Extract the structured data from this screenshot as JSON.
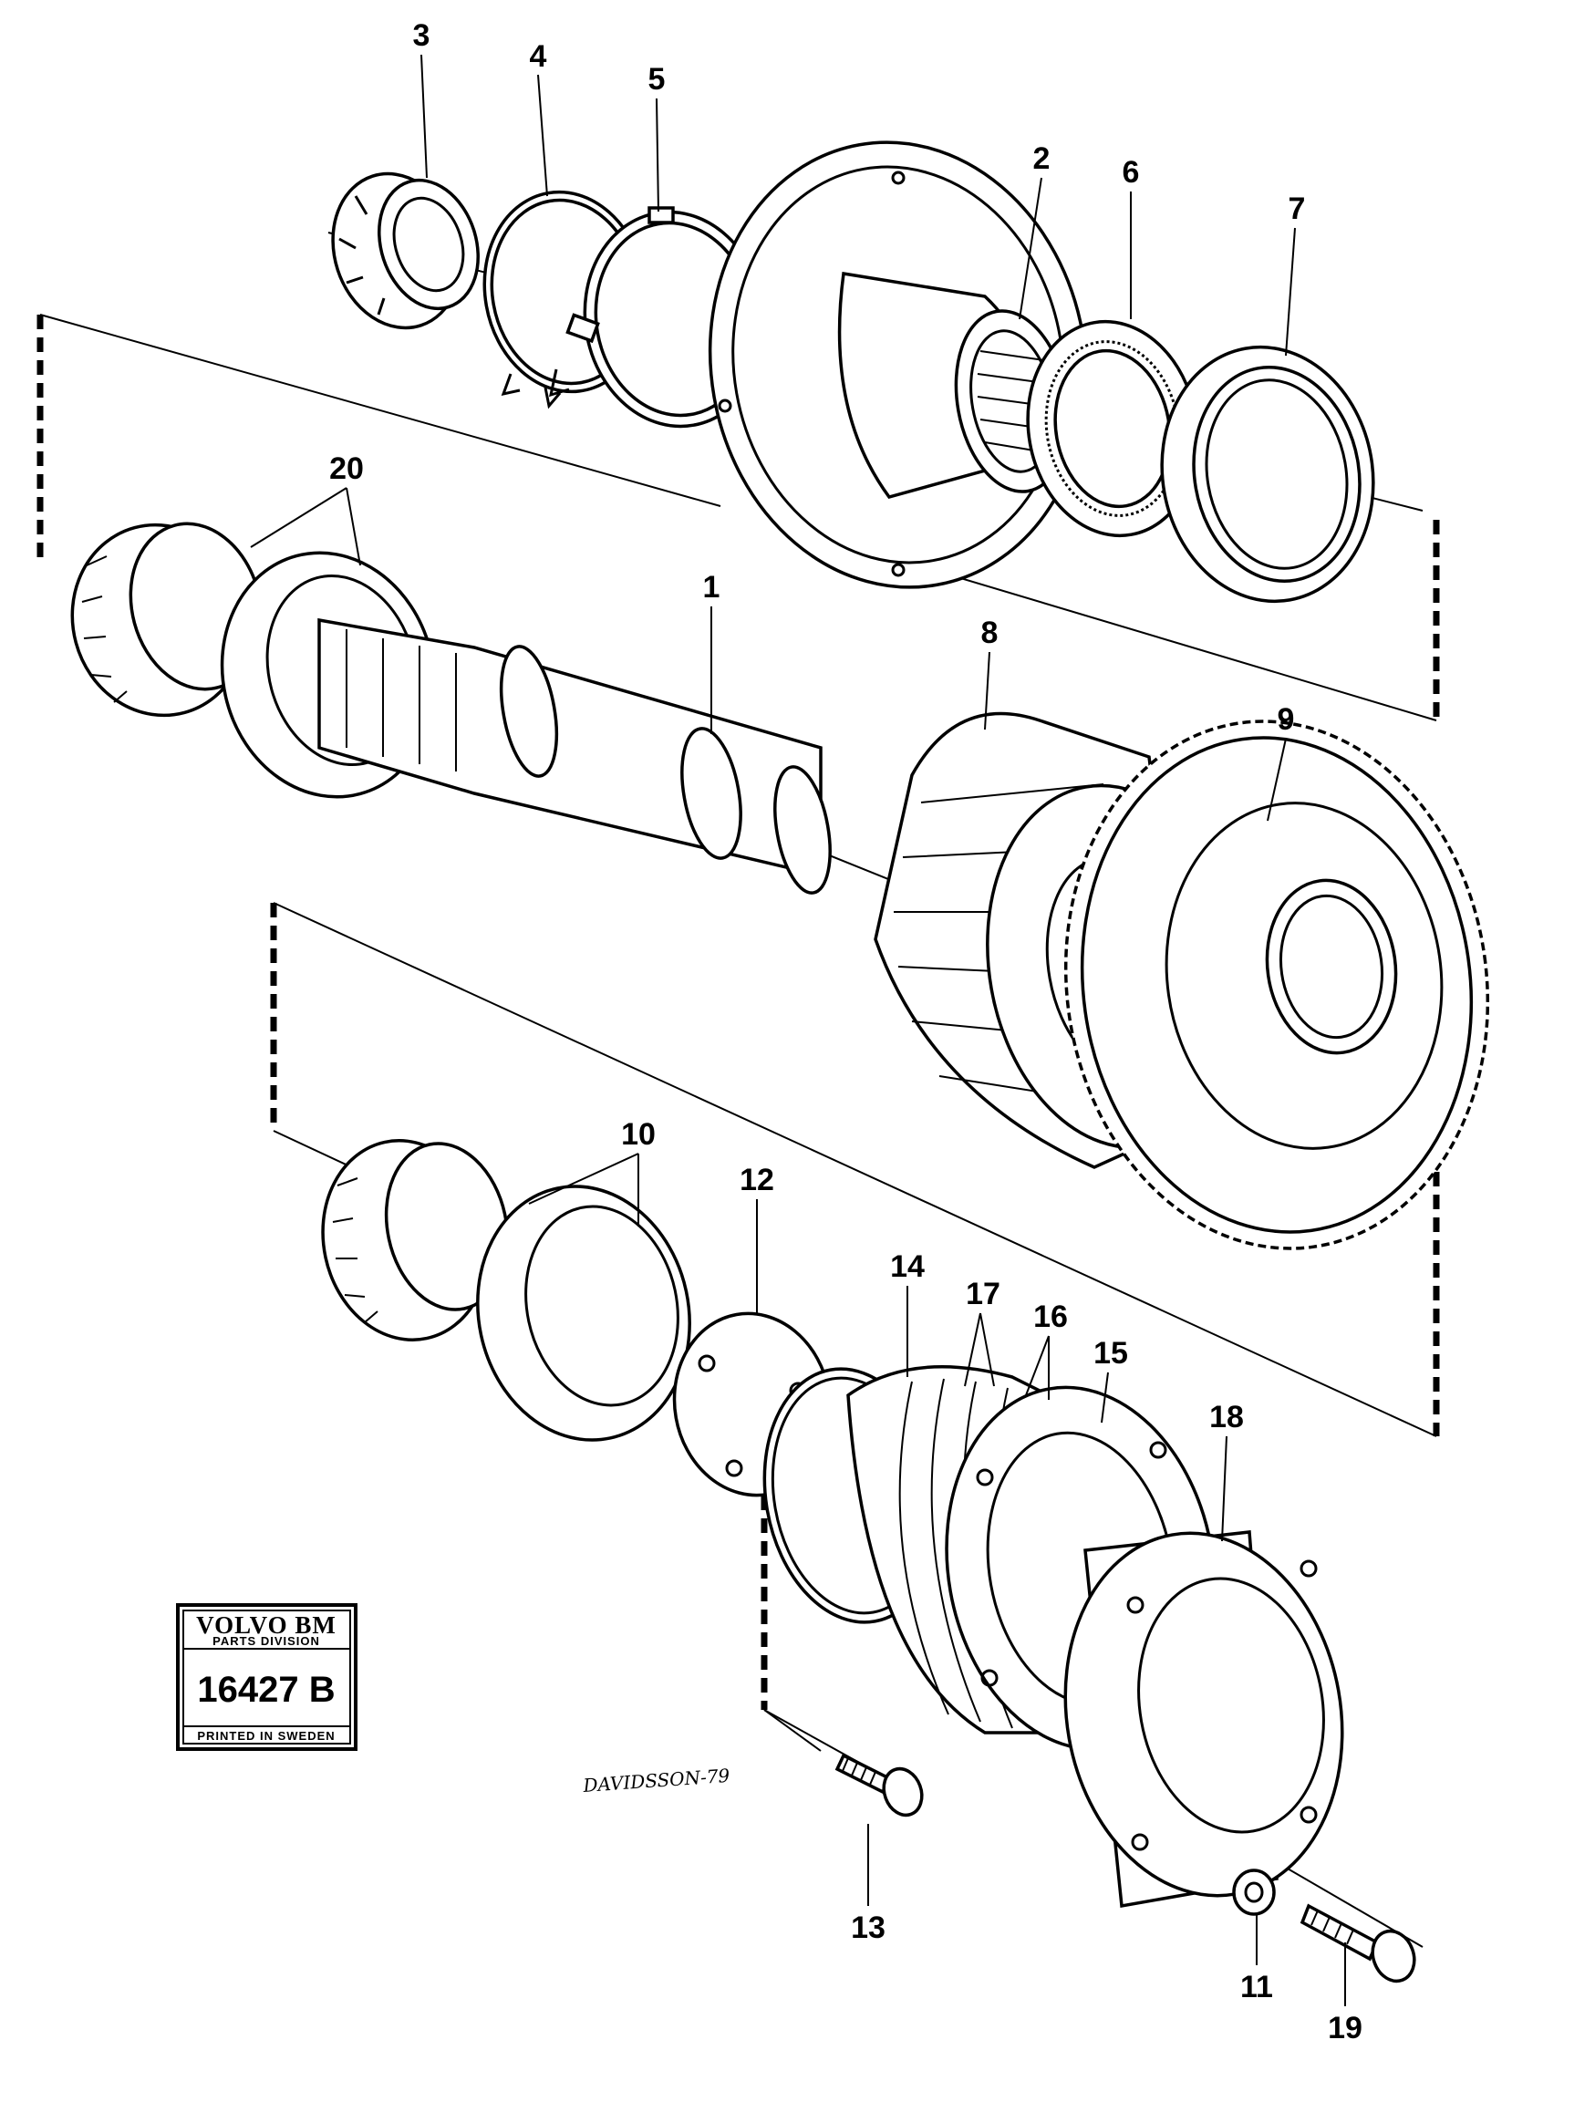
{
  "drawing": {
    "callouts": [
      {
        "id": "1",
        "text": "1"
      },
      {
        "id": "2",
        "text": "2"
      },
      {
        "id": "3",
        "text": "3"
      },
      {
        "id": "4",
        "text": "4"
      },
      {
        "id": "5",
        "text": "5"
      },
      {
        "id": "6",
        "text": "6"
      },
      {
        "id": "7",
        "text": "7"
      },
      {
        "id": "8",
        "text": "8"
      },
      {
        "id": "9",
        "text": "9"
      },
      {
        "id": "10",
        "text": "10"
      },
      {
        "id": "11",
        "text": "11"
      },
      {
        "id": "12",
        "text": "12"
      },
      {
        "id": "13",
        "text": "13"
      },
      {
        "id": "14",
        "text": "14"
      },
      {
        "id": "15",
        "text": "15"
      },
      {
        "id": "16",
        "text": "16"
      },
      {
        "id": "17",
        "text": "17"
      },
      {
        "id": "18",
        "text": "18"
      },
      {
        "id": "19",
        "text": "19"
      },
      {
        "id": "20",
        "text": "20"
      }
    ],
    "stamp": {
      "brand": "VOLVO BM",
      "division": "PARTS DIVISION",
      "number": "16427 B",
      "printed": "PRINTED IN SWEDEN"
    },
    "signature": "DAVIDSSON-79",
    "ink_color": "#000000",
    "paper_color": "#ffffff"
  }
}
